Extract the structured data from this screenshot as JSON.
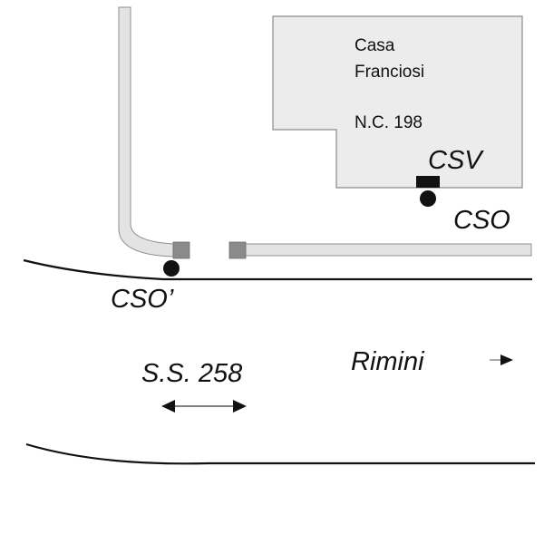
{
  "building": {
    "name_line1": "Casa",
    "name_line2": "Franciosi",
    "number": "N.C. 198"
  },
  "labels": {
    "csv": "CSV",
    "cso": "CSO",
    "cso_prime": "CSO’",
    "road": "S.S. 258",
    "direction": "Rimini"
  },
  "colors": {
    "building_fill": "#ececec",
    "building_stroke": "#8a8a8a",
    "pipe_fill": "#e3e3e3",
    "pipe_stroke": "#8f8f8f",
    "junction_fill": "#8a8a8a",
    "marker": "#111111"
  }
}
